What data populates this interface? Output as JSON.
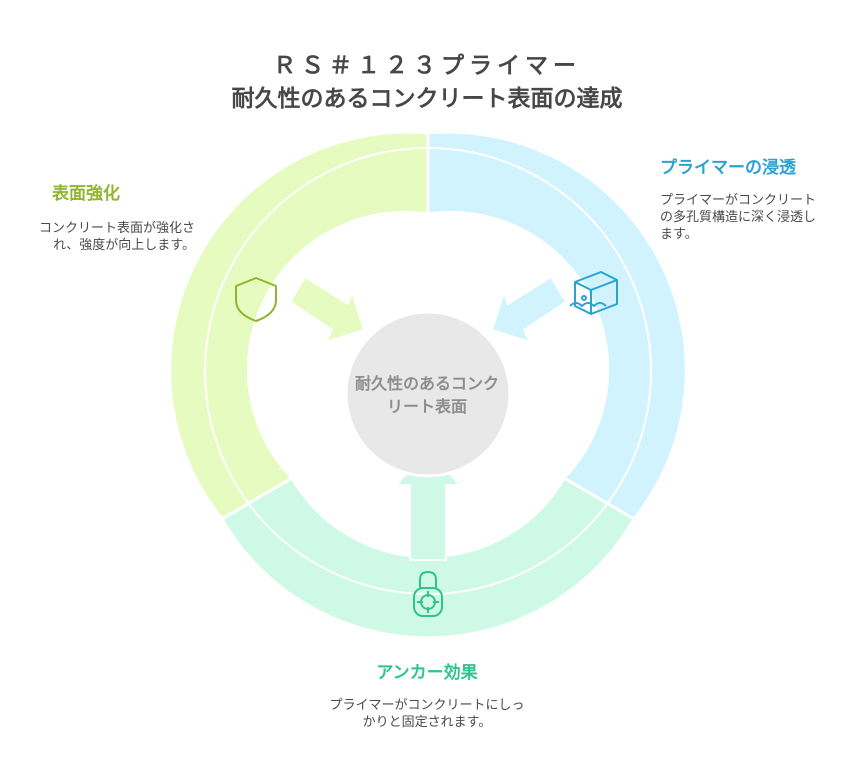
{
  "title": {
    "line1": "ＲＳ＃１２３プライマー",
    "line2": "耐久性のあるコンクリート表面の達成"
  },
  "center": {
    "label": "耐久性のあるコンクリート表面"
  },
  "segments": {
    "left": {
      "heading": "表面強化",
      "text": "コンクリート表面が強化され、強度が向上します。",
      "color": "#e6fbc0",
      "icon": "shield-icon"
    },
    "right": {
      "heading": "プライマーの浸透",
      "text": "プライマーがコンクリートの多孔質構造に深く浸透します。",
      "color": "#d0f3fd",
      "icon": "concrete-block-icon"
    },
    "bottom": {
      "heading": "アンカー効果",
      "text": "プライマーがコンクリートにしっかりと固定されます。",
      "color": "#cdf9e6",
      "icon": "target-lock-icon"
    }
  }
}
